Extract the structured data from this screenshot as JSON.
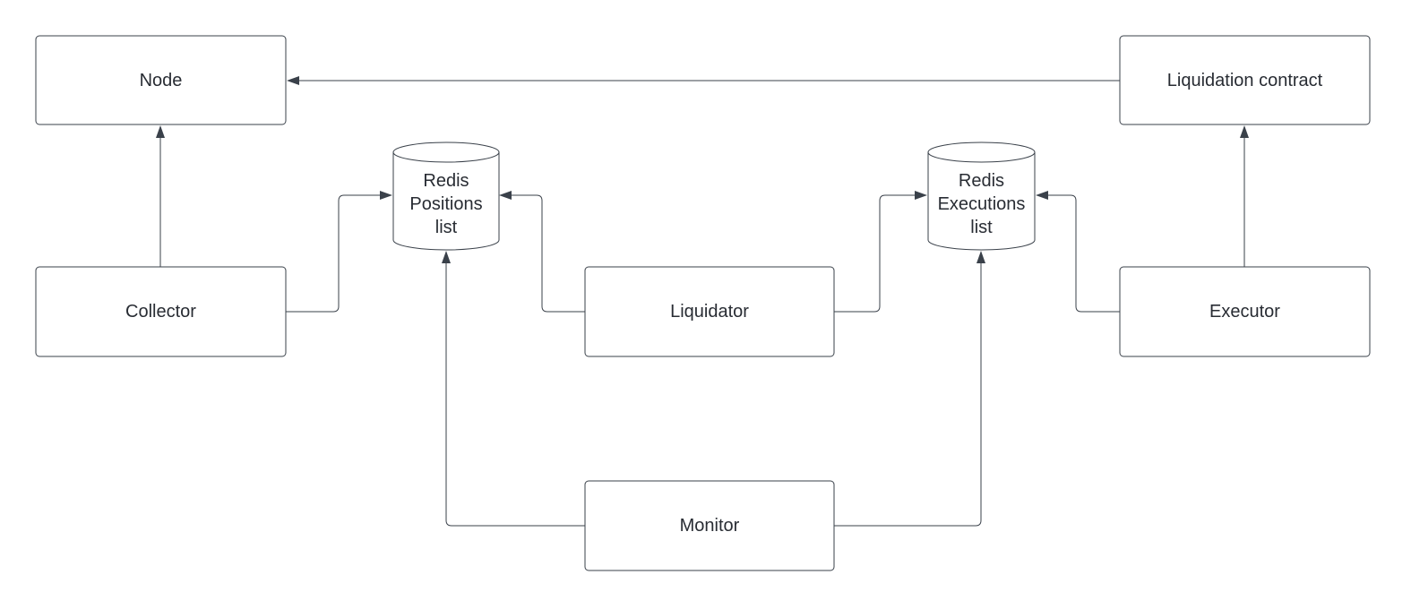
{
  "nodes": {
    "node": {
      "label": "Node"
    },
    "liquidation_contract": {
      "label": "Liquidation contract"
    },
    "collector": {
      "label": "Collector"
    },
    "liquidator": {
      "label": "Liquidator"
    },
    "executor": {
      "label": "Executor"
    },
    "monitor": {
      "label": "Monitor"
    }
  },
  "databases": {
    "redis_positions": {
      "line1": "Redis",
      "line2": "Positions",
      "line3": "list"
    },
    "redis_executions": {
      "line1": "Redis",
      "line2": "Executions",
      "line3": "list"
    }
  },
  "edges": [
    {
      "from": "Liquidation contract",
      "to": "Node"
    },
    {
      "from": "Collector",
      "to": "Node"
    },
    {
      "from": "Executor",
      "to": "Liquidation contract"
    },
    {
      "from": "Collector",
      "to": "Redis Positions list"
    },
    {
      "from": "Liquidator",
      "to": "Redis Positions list"
    },
    {
      "from": "Liquidator",
      "to": "Redis Executions list"
    },
    {
      "from": "Executor",
      "to": "Redis Executions list"
    },
    {
      "from": "Monitor",
      "to": "Redis Positions list"
    },
    {
      "from": "Monitor",
      "to": "Redis Executions list"
    }
  ],
  "colors": {
    "stroke": "#3a414a",
    "text": "#282c33",
    "background": "#ffffff"
  }
}
